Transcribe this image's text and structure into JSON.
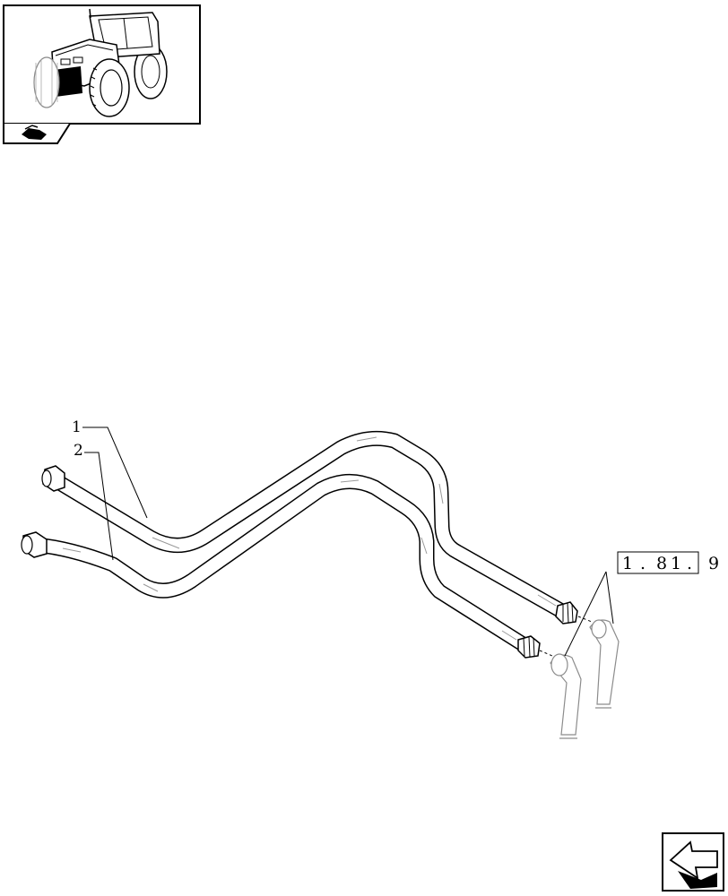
{
  "callouts": [
    {
      "id": "1",
      "label": "1"
    },
    {
      "id": "2",
      "label": "2"
    }
  ],
  "reference": {
    "boxed": [
      "1",
      ".",
      "8",
      "1",
      "."
    ],
    "suffix": "9"
  },
  "icons": {
    "thumbnail": "tractor-thumbnail-icon",
    "section": "section-tab-icon",
    "nav": "next-page-arrow-icon"
  },
  "colors": {
    "line": "#000000",
    "ghost": "#9a9a9a",
    "fill": "#ffffff"
  }
}
